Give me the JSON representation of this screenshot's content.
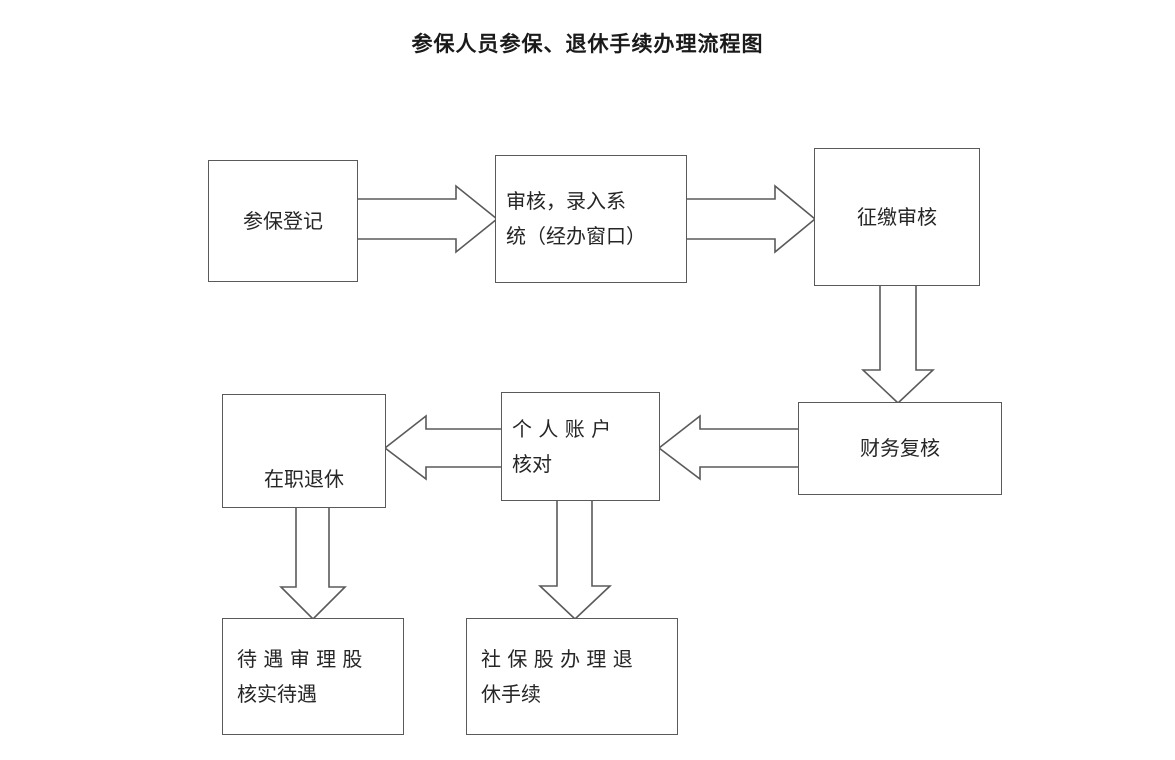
{
  "title": "参保人员参保、退休手续办理流程图",
  "colors": {
    "background": "#ffffff",
    "box_border": "#5a5a5a",
    "text": "#262626",
    "title_text": "#1a1a1a",
    "arrow_fill": "#ffffff",
    "arrow_stroke": "#5a5a5a"
  },
  "nodes": [
    {
      "id": "canbao-dengji",
      "lines": [
        "参保登记"
      ]
    },
    {
      "id": "shenhe-luru",
      "lines": [
        "审核，录入系",
        "统（经办窗口）"
      ]
    },
    {
      "id": "zhengjiao-shenhe",
      "lines": [
        "征缴审核"
      ]
    },
    {
      "id": "caiwu-fuhe",
      "lines": [
        "财务复核"
      ]
    },
    {
      "id": "geren-zhanghu",
      "lines": [
        "个 人 账 户",
        "核对"
      ]
    },
    {
      "id": "zaizhi-tuixiu",
      "lines": [
        "在职退休"
      ]
    },
    {
      "id": "daiyu-shenli",
      "lines": [
        "待 遇 审 理 股",
        "核实待遇"
      ]
    },
    {
      "id": "shebaogu-tuixiu",
      "lines": [
        "社 保 股 办 理 退",
        "休手续"
      ]
    }
  ],
  "edges": [
    {
      "id": "edge-canbao-to-shenhe",
      "from": "canbao-dengji",
      "to": "shenhe-luru",
      "direction": "right"
    },
    {
      "id": "edge-shenhe-to-zhengjiao",
      "from": "shenhe-luru",
      "to": "zhengjiao-shenhe",
      "direction": "right"
    },
    {
      "id": "edge-zhengjiao-to-caiwu",
      "from": "zhengjiao-shenhe",
      "to": "caiwu-fuhe",
      "direction": "down"
    },
    {
      "id": "edge-caiwu-to-geren",
      "from": "caiwu-fuhe",
      "to": "geren-zhanghu",
      "direction": "left"
    },
    {
      "id": "edge-geren-to-zaizhi",
      "from": "geren-zhanghu",
      "to": "zaizhi-tuixiu",
      "direction": "left"
    },
    {
      "id": "edge-zaizhi-to-daiyu",
      "from": "zaizhi-tuixiu",
      "to": "daiyu-shenli",
      "direction": "down"
    },
    {
      "id": "edge-geren-to-shebaogu",
      "from": "geren-zhanghu",
      "to": "shebaogu-tuixiu",
      "direction": "down"
    }
  ]
}
